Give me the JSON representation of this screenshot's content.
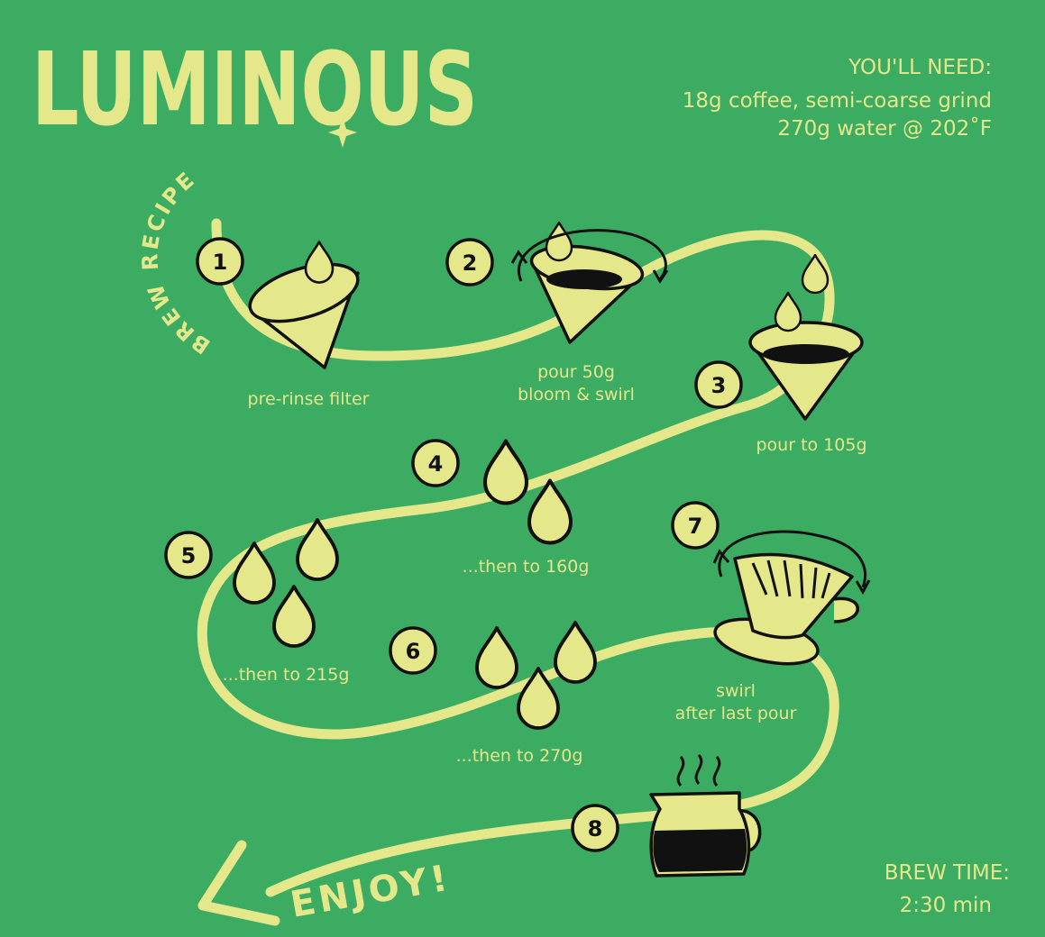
{
  "title": "LUMINOUS",
  "subtitle": "BREW RECIPE",
  "needs": {
    "heading": "YOU'LL NEED:",
    "line1": "18g coffee, semi-coarse grind",
    "line2": "270g water @ 202˚F"
  },
  "steps": [
    {
      "number": "1",
      "label": [
        "pre-rinse filter"
      ]
    },
    {
      "number": "2",
      "label": [
        "pour 50g",
        "bloom & swirl"
      ]
    },
    {
      "number": "3",
      "label": [
        "pour to 105g"
      ]
    },
    {
      "number": "4",
      "label": [
        "...then to 160g"
      ]
    },
    {
      "number": "5",
      "label": [
        "...then to 215g"
      ]
    },
    {
      "number": "6",
      "label": [
        "...then to 270g"
      ]
    },
    {
      "number": "7",
      "label": [
        "swirl",
        "after last pour"
      ]
    },
    {
      "number": "8",
      "label": []
    }
  ],
  "enjoy": "ENJOY!",
  "brew_time": {
    "heading": "BREW TIME:",
    "value": "2:30 min"
  },
  "colors": {
    "background": "#3dac63",
    "accent": "#e5e88a",
    "ink": "#111111"
  }
}
